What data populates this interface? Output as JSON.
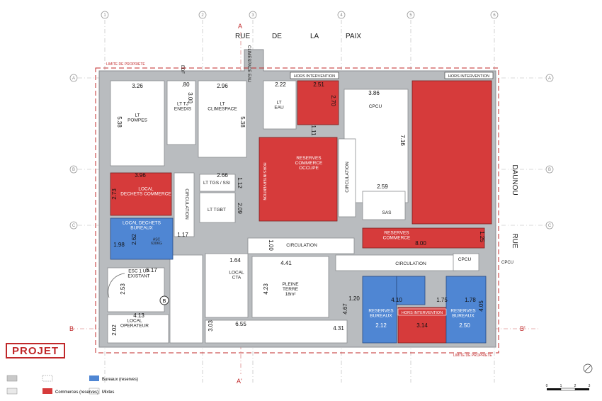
{
  "colors": {
    "wall": "#b9bcbf",
    "commerce": "#d63b3b",
    "bureaux": "#4f86d3",
    "red_line": "#c0282a",
    "text": "#222222",
    "grid": "#9a9a9a"
  },
  "street_top": [
    "RUE",
    "DE",
    "LA",
    "PAIX"
  ],
  "street_right": [
    "DAUNOU",
    "RUE"
  ],
  "limite_top": "LIMITE DE PROPRIETE",
  "limite_bottom": "LIMITE DE PROPRIETE",
  "projet": "PROJET",
  "grid_cols": [
    "1",
    "2",
    "3",
    "4",
    "5",
    "6"
  ],
  "grid_rows": [
    "A",
    "B",
    "C"
  ],
  "section_labels": {
    "A_top": "A",
    "A_bottom": "A'",
    "B_left": "B",
    "B_right": "B'"
  },
  "small_labels": {
    "edf": "EDF",
    "climespace_eau": "CLIMESPACE EAU",
    "cpcu_side": "CPCU"
  },
  "hors": [
    "HORS INTERVENTION",
    "HORS INTERVENTION",
    "HORS INTERVENTION",
    "HORS INTERVENTION"
  ],
  "rooms": {
    "lt_pompes": "LT\nPOMPES",
    "lt_tj_enedis": "LT TJ\nENEDIS",
    "lt_climespace": "LT\nCLIMESPACE",
    "lt_eau": "LT\nEAU",
    "cpcu": "CPCU",
    "local_dechets_commerce": "LOCAL\nDECHETS COMMERCE",
    "lt_tgs_ssi": "LT TGS / SSI",
    "lt_tgbt": "LT TGBT",
    "circulation_v1": "CIRCULATION",
    "circulation_v2": "CIRCULATION",
    "reserves_commerce_occupe": "RESERVES\nCOMMERCE\nOCCUPE",
    "sas": "SAS",
    "local_dechets_bureaux": "LOCAL DECHETS\nBUREAUX",
    "asc": "ASC\n630KG",
    "circulation_h1": "CIRCULATION",
    "reserves_commerce": "RESERVES\nCOMMERCE",
    "circulation_h2": "CIRCULATION",
    "cpcu_box": "CPCU",
    "esc": "ESC 1 UP\nEXISTANT",
    "local_cta": "LOCAL\nCTA",
    "pleine_terre": "PLEINE\nTERRE\n18m²",
    "local_operateur": "LOCAL\nOPERATEUR",
    "reserves_bureaux_1": "RESERVES\nBUREAUX",
    "reserves_bureaux_2": "RESERVES\nBUREAUX"
  },
  "dims": {
    "d_080": ".80",
    "d_326": "3.26",
    "d_300": "3.00",
    "d_296": "2.96",
    "d_538a": "5.38",
    "d_538b": "5.38",
    "d_222": "2.22",
    "d_251": "2.51",
    "d_270": "2.70",
    "d_386": "3.86",
    "d_716": "7.16",
    "d_111": "1.11",
    "d_396": "3.96",
    "d_273": "2.73",
    "d_266": "2.66",
    "d_112": "1.12",
    "d_209": "2.09",
    "d_259": "2.59",
    "d_262": "2.62",
    "d_198": "1.98",
    "d_117": "1.17",
    "d_100": "1.00",
    "d_800": "8.00",
    "d_125": "1.25",
    "d_164": "1.64",
    "d_441": "4.41",
    "d_517": "5.17",
    "d_253": "2.53",
    "d_423": "4.23",
    "d_120": "1.20",
    "d_410": "4.10",
    "d_175": "1.75",
    "d_178": "1.78",
    "d_467": "4.67",
    "d_405": "4.05",
    "d_413": "4.13",
    "d_202": "2.02",
    "d_303": "3.03",
    "d_655": "6.55",
    "d_431": "4.31",
    "d_212": "2.12",
    "d_314": "3.14",
    "d_250": "2.50"
  },
  "legend": {
    "items": [
      "Bureaux (reserves)",
      "Commerces (reserves)",
      "Mixtes"
    ],
    "scale": [
      "0",
      "1",
      "2",
      "3"
    ]
  }
}
